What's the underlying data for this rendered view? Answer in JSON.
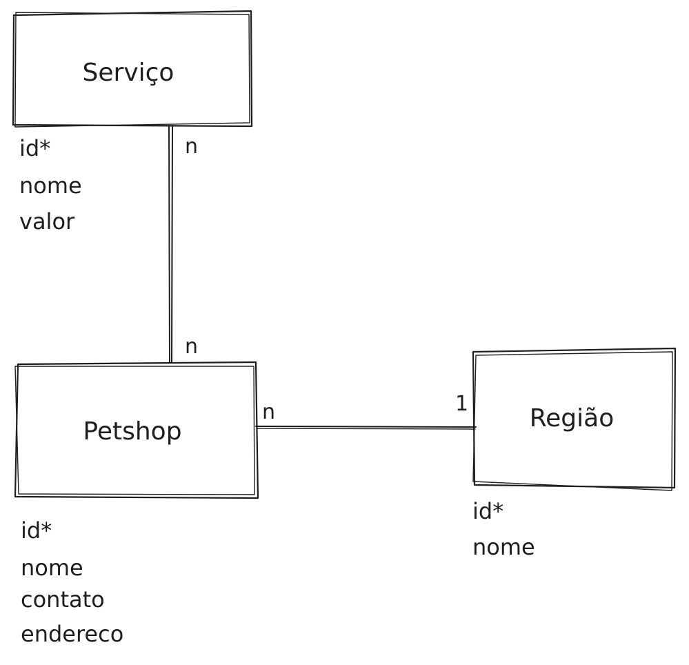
{
  "entities": [
    {
      "id": "servico",
      "title": "Serviço",
      "attributes": [
        "id*",
        "nome",
        "valor"
      ]
    },
    {
      "id": "petshop",
      "title": "Petshop",
      "attributes": [
        "id*",
        "nome",
        "contato",
        "endereco"
      ]
    },
    {
      "id": "regiao",
      "title": "Região",
      "attributes": [
        "id*",
        "nome"
      ]
    }
  ],
  "relationships": [
    {
      "from": "servico",
      "to": "petshop",
      "from_card": "n",
      "to_card": "n"
    },
    {
      "from": "petshop",
      "to": "regiao",
      "from_card": "n",
      "to_card": "1"
    }
  ],
  "colors": {
    "stroke": "#1e1e1e",
    "background": "#ffffff"
  }
}
